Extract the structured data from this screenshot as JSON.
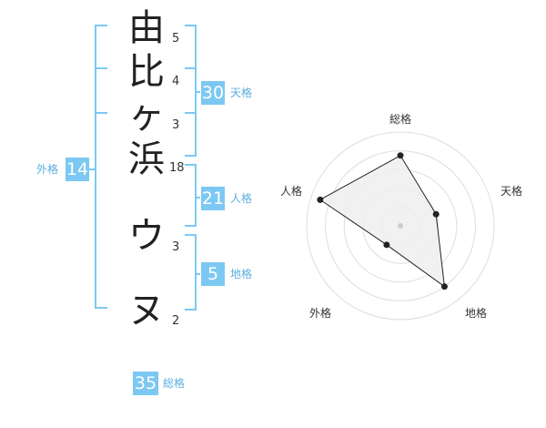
{
  "name": {
    "characters": [
      {
        "char": "由",
        "strokes": "5"
      },
      {
        "char": "比",
        "strokes": "4"
      },
      {
        "char": "ヶ",
        "strokes": "3"
      },
      {
        "char": "浜",
        "strokes": "18"
      },
      {
        "char": "ウ",
        "strokes": "3"
      },
      {
        "char": "ヌ",
        "strokes": "2"
      }
    ]
  },
  "fortune": {
    "tenkaku": {
      "value": "30",
      "label": "天格"
    },
    "jinkaku": {
      "value": "21",
      "label": "人格"
    },
    "chikaku": {
      "value": "5",
      "label": "地格"
    },
    "gaikaku": {
      "value": "14",
      "label": "外格"
    },
    "soukaku": {
      "value": "35",
      "label": "総格"
    }
  },
  "colors": {
    "accent": "#7cc8f2",
    "accent_text": "#5aaee0",
    "radar_fill": "#eeeeee",
    "ring": "#dddddd"
  },
  "chart_data": {
    "type": "radar",
    "axes": [
      "総格",
      "天格",
      "地格",
      "外格",
      "人格"
    ],
    "values": [
      0.75,
      0.4,
      0.8,
      0.25,
      0.9
    ],
    "range": [
      0,
      1
    ],
    "grid": true,
    "rings": 5
  }
}
